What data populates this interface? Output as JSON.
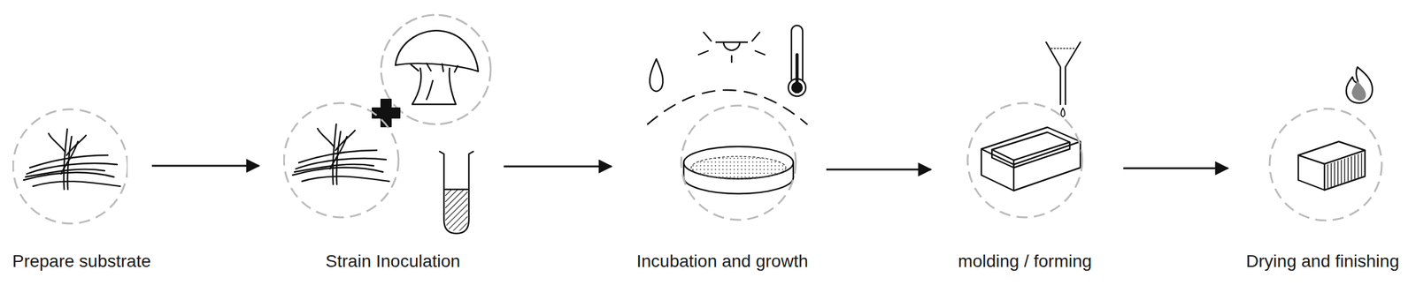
{
  "diagram": {
    "nodes": [
      {
        "text": [
          "Prepare substrate"
        ]
      },
      {
        "text": [
          "Strain Inoculation"
        ]
      },
      {
        "text": [
          "Incubation and growth"
        ]
      },
      {
        "text": [
          "molding / forming"
        ]
      },
      {
        "text": [
          "Drying and finishing"
        ]
      }
    ],
    "edges": [
      {
        "from": 0,
        "to": 1,
        "arrow": "to"
      },
      {
        "from": 1,
        "to": 2,
        "arrow": "to"
      },
      {
        "from": 2,
        "to": 3,
        "arrow": "to"
      },
      {
        "from": 3,
        "to": 4,
        "arrow": "to"
      }
    ]
  }
}
